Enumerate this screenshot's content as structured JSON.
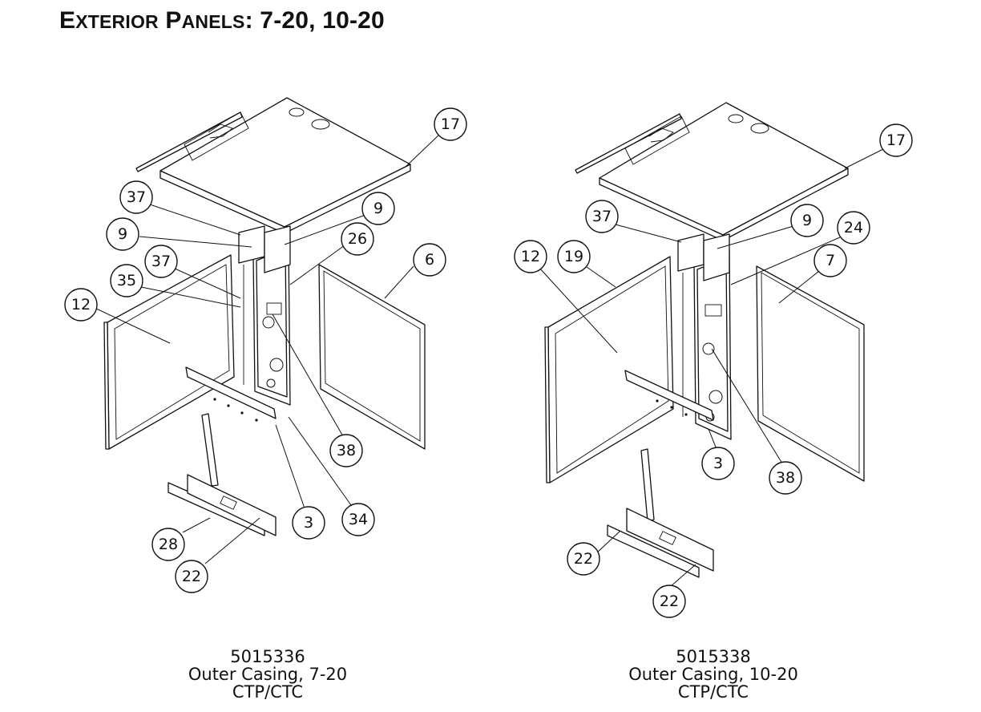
{
  "title": {
    "first_cap": "E",
    "first_rest": "xterior",
    "second_cap": "P",
    "second_rest": "anels",
    "suffix": ": 7-20, 10-20"
  },
  "assemblies": [
    {
      "id": "left",
      "part_number": "5015336",
      "description": "Outer Casing, 7-20",
      "model": "CTP/CTC",
      "callouts": [
        "17",
        "37",
        "9",
        "9",
        "26",
        "6",
        "37",
        "35",
        "12",
        "38",
        "3",
        "34",
        "28",
        "22"
      ]
    },
    {
      "id": "right",
      "part_number": "5015338",
      "description": "Outer Casing, 10-20",
      "model": "CTP/CTC",
      "callouts": [
        "17",
        "37",
        "9",
        "24",
        "12",
        "19",
        "7",
        "3",
        "38",
        "22",
        "22"
      ]
    }
  ]
}
